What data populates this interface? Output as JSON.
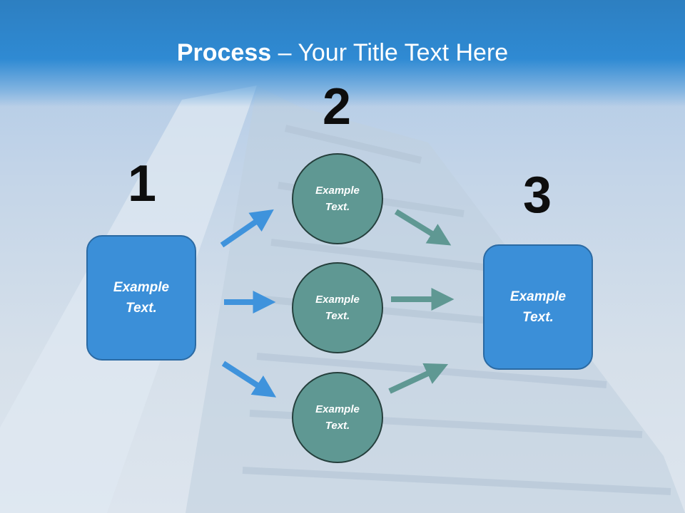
{
  "title": {
    "bold": "Process",
    "rest": " – Your Title Text Here"
  },
  "steps": [
    {
      "number": "1",
      "label": "Example\nText."
    },
    {
      "number": "2",
      "label": ""
    },
    {
      "number": "3",
      "label": "Example\nText."
    }
  ],
  "circles": [
    {
      "label": "Example\nText."
    },
    {
      "label": "Example\nText."
    },
    {
      "label": "Example\nText."
    }
  ],
  "colors": {
    "header": "#2f8ad3",
    "box_fill": "#3b8fd8",
    "circle_fill": "#5f9893",
    "blue_arrow": "#3f93dc",
    "teal_arrow": "#5f9893"
  }
}
